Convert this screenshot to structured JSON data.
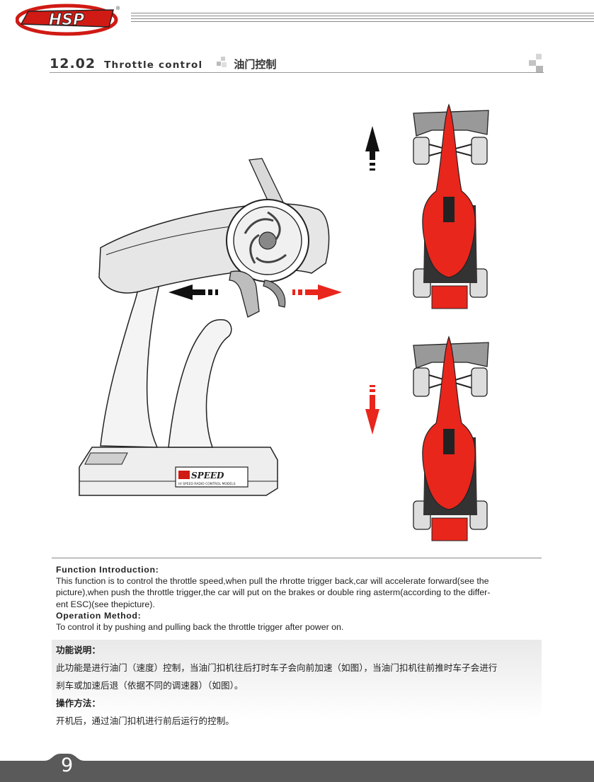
{
  "header": {
    "logo_text": "HSP",
    "logo_mark": "®"
  },
  "section": {
    "number": "12.02",
    "title_en": "Throttle control",
    "title_cn": "油门控制"
  },
  "illustration": {
    "transmitter_brand": "SPEED",
    "transmitter_subtitle": "HI SPEED RADIO CONTROL MODELS",
    "colors": {
      "accent_red": "#e8261c",
      "arrow_black": "#111111",
      "body_grey": "#555555"
    }
  },
  "function_intro": {
    "heading": "Function Introduction:",
    "lines": [
      "This function is to control the throttle speed,when pull the rhrotte trigger back,car will accelerate forward(see the",
      "picture),when push the throttle trigger,the car will put on the brakes or double ring asterm(according to the differ-",
      "ent ESC)(see thepicture)."
    ]
  },
  "operation_method": {
    "heading": "Operation Method:",
    "text": "To control it by pushing and pulling back the throttle trigger after power on."
  },
  "cn": {
    "heading1": "功能说明：",
    "body1_line1": "此功能是进行油门（速度）控制，当油门扣机往后打时车子会向前加速（如图），当油门扣机往前推时车子会进行",
    "body1_line2": "刹车或加速后退（依据不同的调速器）（如图）。",
    "heading2": "操作方法：",
    "body2": "开机后，通过油门扣机进行前后运行的控制。"
  },
  "footer": {
    "page_number": "9"
  }
}
